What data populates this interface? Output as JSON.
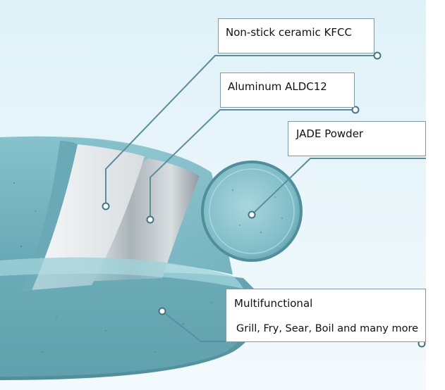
{
  "colors": {
    "pan_teal": "#6fb3bf",
    "pan_teal_dark": "#4e8f9c",
    "background_tint": "#eaf6fb",
    "leader_line": "#5b8e9d",
    "aluminum": "#c9cfd3",
    "ceramic_layer": "#eef0f1"
  },
  "labels": {
    "ceramic": "Non-stick ceramic KFCC",
    "aluminum": "Aluminum ALDC12",
    "jade": "JADE Powder",
    "multi_title": "Multifunctional",
    "multi_desc": "Grill, Fry, Sear, Boil and many more"
  }
}
